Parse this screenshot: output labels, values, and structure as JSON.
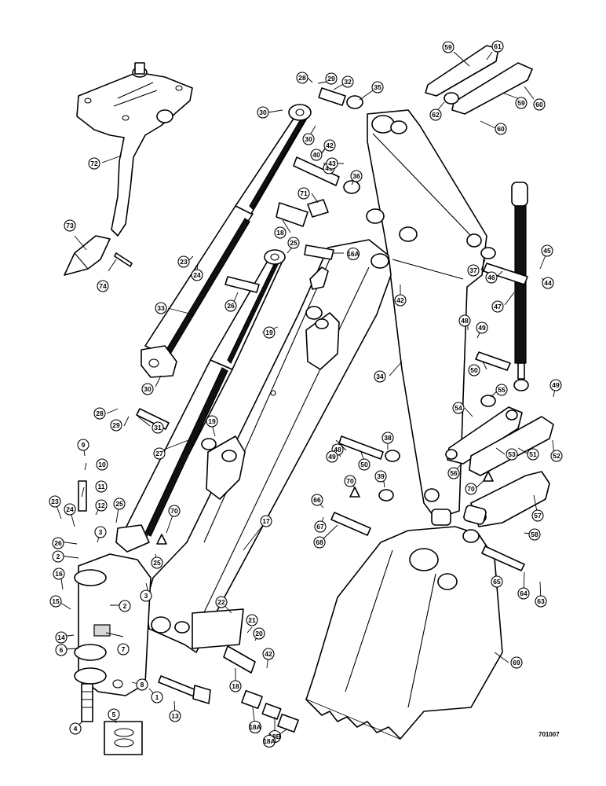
{
  "drawing_number": "701007",
  "callout_labels": {
    "c59a": "59",
    "c61": "61",
    "c60a": "60",
    "c59b": "59",
    "c62": "62",
    "c60b": "60",
    "c28a": "28",
    "c29a": "29",
    "c32": "32",
    "c35": "35",
    "c30a": "30",
    "c30b": "30",
    "c40": "40",
    "c41": "41",
    "c42a": "42",
    "c43": "43",
    "c36": "36",
    "c71": "71",
    "c18a": "18",
    "c16A": "16A",
    "c25a": "25",
    "c23a": "23",
    "c24a": "24",
    "c26a": "26",
    "c33": "33",
    "c19a": "19",
    "c30c": "30",
    "c72": "72",
    "c73": "73",
    "c74": "74",
    "c37": "37",
    "c46": "46",
    "c45": "45",
    "c44": "44",
    "c47": "47",
    "c42b": "42",
    "c48a": "48",
    "c49a": "49",
    "c50a": "50",
    "c34": "34",
    "c55": "55",
    "c49b": "49",
    "c54": "54",
    "c28b": "28",
    "c29b": "29",
    "c31": "31",
    "c19b": "19",
    "c27": "27",
    "c48b": "48",
    "c49c": "49",
    "c50b": "50",
    "c38": "38",
    "c39": "39",
    "c56": "56",
    "c53": "53",
    "c51": "51",
    "c52": "52",
    "c70a": "70",
    "c70b": "70",
    "c70c": "70",
    "c9": "9",
    "c10": "10",
    "c11": "11",
    "c12": "12",
    "c23b": "23",
    "c24b": "24",
    "c25b": "25",
    "c26b": "26",
    "c2a": "2",
    "c3a": "3",
    "c3b": "3",
    "c25c": "25",
    "c16": "16",
    "c15": "15",
    "c2b": "2",
    "c14": "14",
    "c6": "6",
    "c7": "7",
    "c1": "1",
    "c8": "8",
    "c13": "13",
    "c4": "4",
    "c5": "5",
    "c17": "17",
    "c22": "22",
    "c21": "21",
    "c20": "20",
    "c42c": "42",
    "c18b": "18",
    "c18A1": "18A",
    "c18B": "18B",
    "c18A2": "18A",
    "c66": "66",
    "c67": "67",
    "c68": "68",
    "c57": "57",
    "c58": "58",
    "c65": "65",
    "c64": "64",
    "c63": "63",
    "c69": "69"
  }
}
